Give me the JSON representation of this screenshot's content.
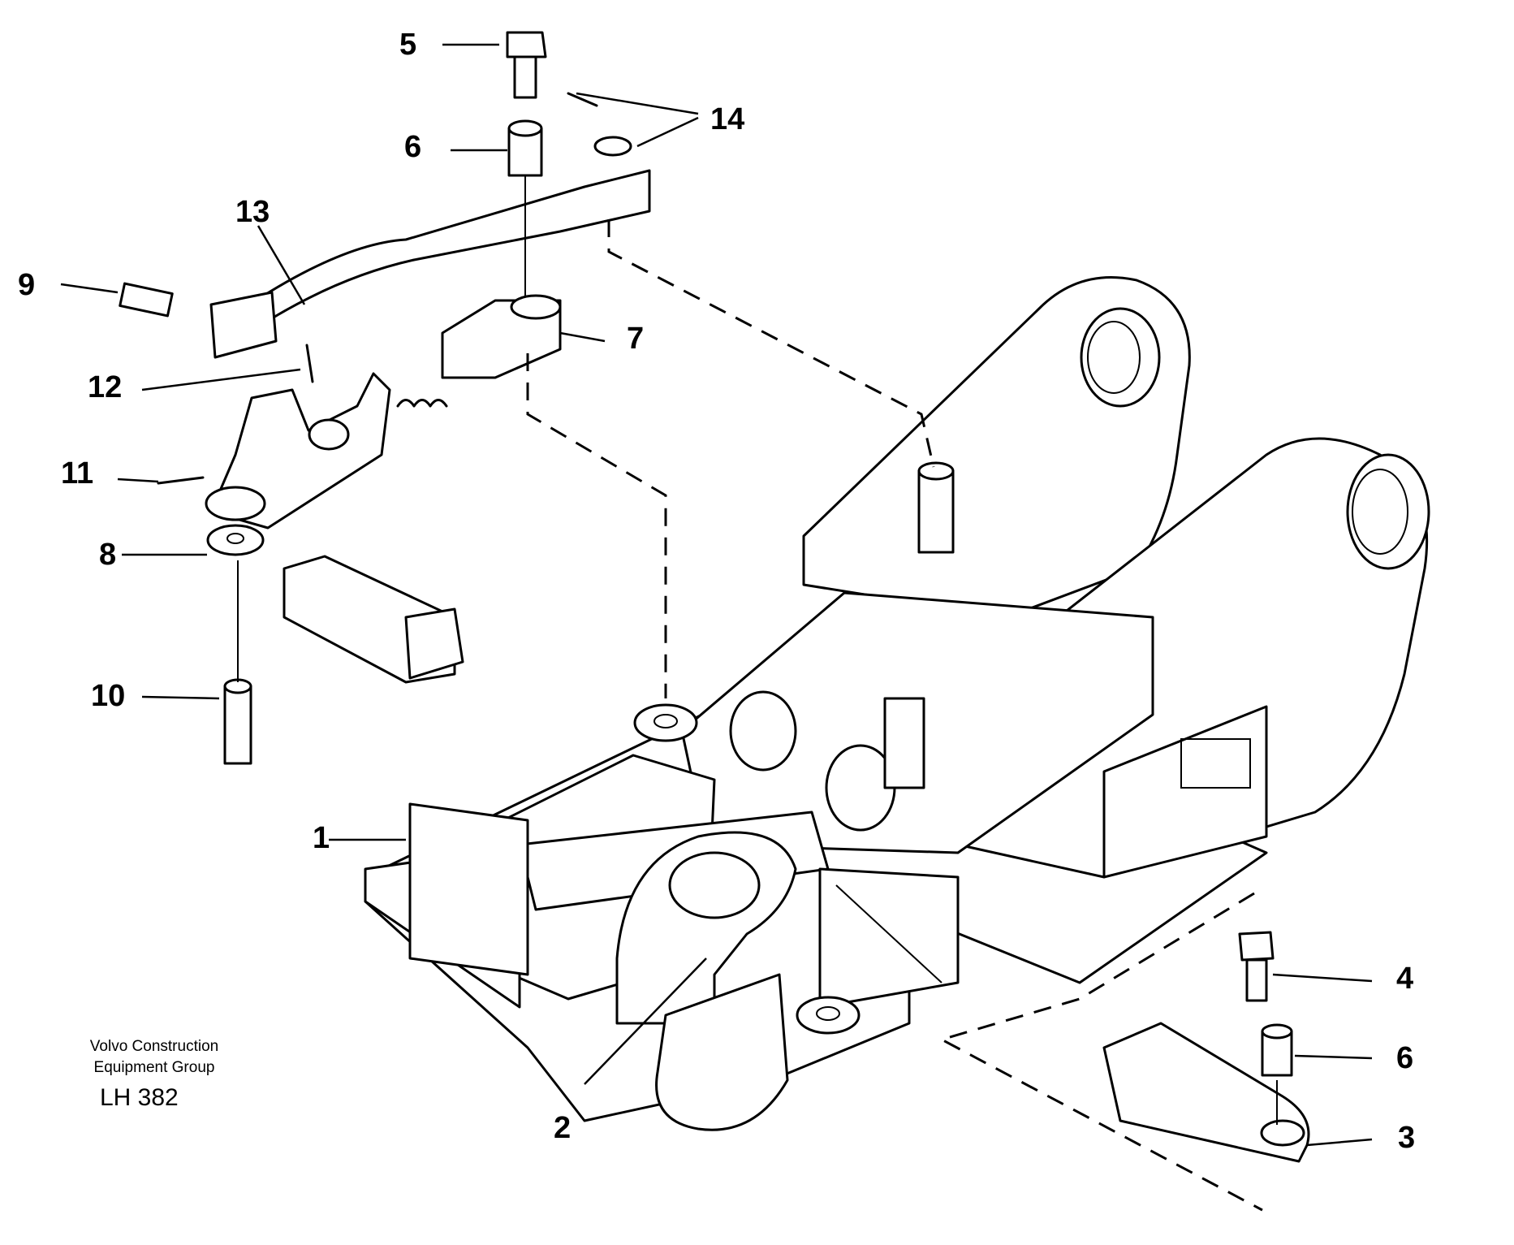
{
  "callouts": {
    "c1": "1",
    "c2": "2",
    "c3": "3",
    "c4": "4",
    "c5": "5",
    "c6a": "6",
    "c6b": "6",
    "c7": "7",
    "c8": "8",
    "c9": "9",
    "c10": "10",
    "c11": "11",
    "c12": "12",
    "c13": "13",
    "c14": "14"
  },
  "credit": {
    "line1": "Volvo Construction",
    "line2": "Equipment Group",
    "doc_number": "LH 382"
  }
}
